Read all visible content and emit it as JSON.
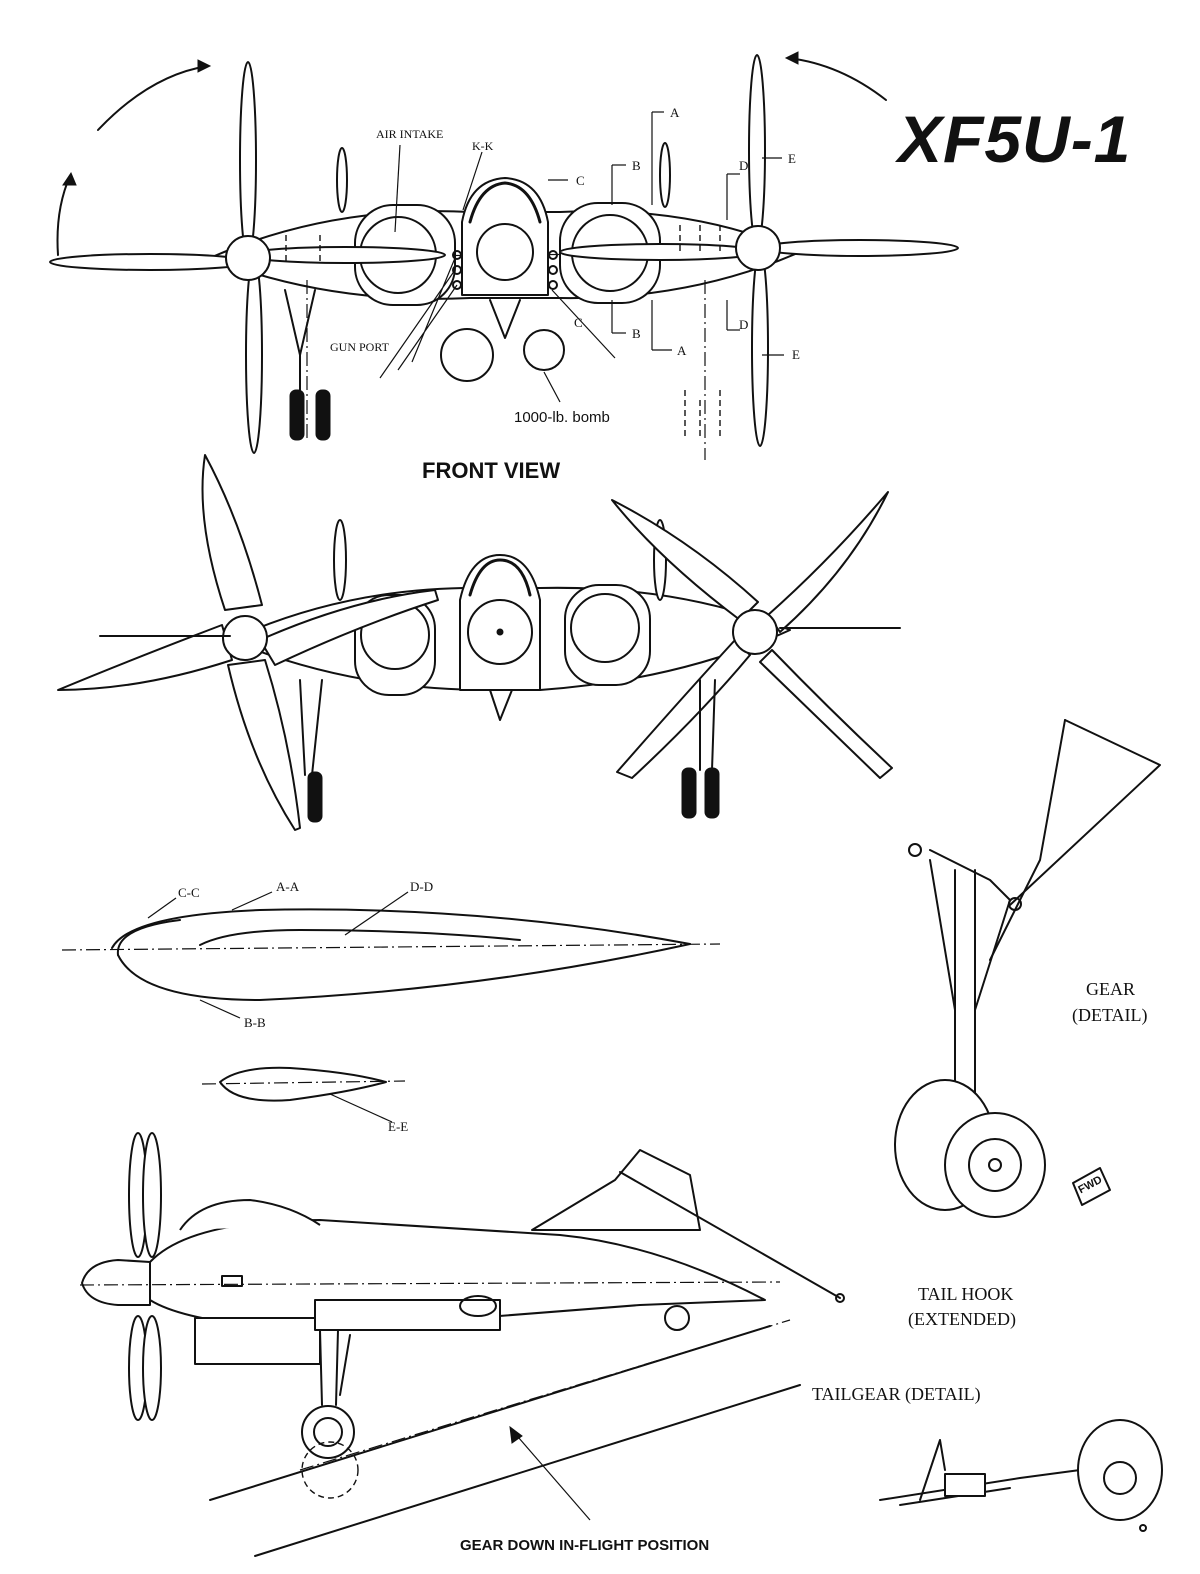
{
  "title": "XF5U-1",
  "front_view": {
    "caption": "FRONT VIEW",
    "air_intake": "AIR INTAKE",
    "kk": "K-K",
    "gun_port": "GUN PORT",
    "bomb": "1000-lb. bomb",
    "section_marks": {
      "a_top": "A",
      "b_top": "B",
      "c_top": "C",
      "d_top": "D",
      "e_top": "E",
      "a_bot": "A",
      "b_bot": "B",
      "c_bot": "C",
      "d_bot": "D",
      "e_bot": "E"
    }
  },
  "sections": {
    "cc": "C-C",
    "aa": "A-A",
    "dd": "D-D",
    "bb": "B-B",
    "ee": "E-E"
  },
  "details": {
    "gear": "GEAR",
    "gear_detail": "(DETAIL)",
    "fwd": "FWD",
    "tail_hook": "TAIL HOOK",
    "tail_hook_extended": "(EXTENDED)",
    "tailgear": "TAILGEAR (DETAIL)",
    "gear_down": "GEAR DOWN IN-FLIGHT POSITION"
  }
}
